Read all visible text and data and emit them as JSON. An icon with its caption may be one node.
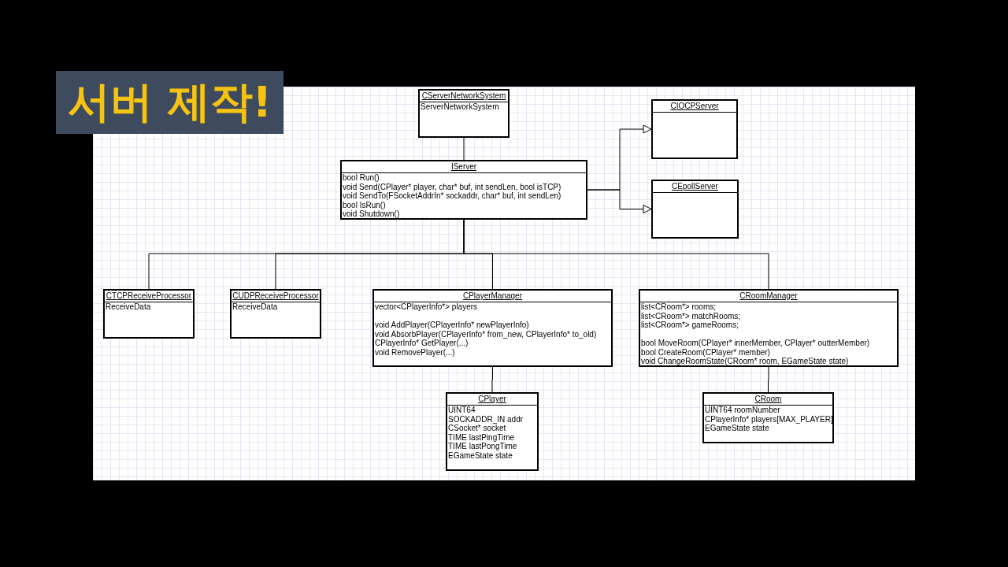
{
  "diagram": {
    "title": "서버 제작!",
    "nodes": [
      {
        "text": [
          "CServerNetworkSystem",
          "ServerNetworkSystem"
        ]
      },
      {
        "text": [
          "CIOCPServer"
        ]
      },
      {
        "text": [
          "IServer",
          "bool Run()",
          "void Send(CPlayer* player, char* buf, int sendLen, bool isTCP)",
          "void SendTo(FSocketAddrIn* sockaddr, char* buf, int sendLen)",
          "bool IsRun()",
          "void Shutdown()"
        ]
      },
      {
        "text": [
          "CEpollServer"
        ]
      },
      {
        "text": [
          "CTCPReceiveProcessor",
          "ReceiveData"
        ]
      },
      {
        "text": [
          "CUDPReceiveProcessor",
          "ReceiveData"
        ]
      },
      {
        "text": [
          "CPlayerManager",
          "vector<CPlayerInfo*> players",
          "void AddPlayer(CPlayerInfo* newPlayerInfo)",
          "void AbsorbPlayer(CPlayerInfo* from_new, CPlayerInfo* to_old)",
          "CPlayerInfo* GetPlayer(...)",
          "void RemovePlayer(...)"
        ]
      },
      {
        "text": [
          "CRoomManager",
          "list<CRoom*> rooms;",
          "list<CRoom*> matchRooms;",
          "list<CRoom*> gameRooms;",
          "bool MoveRoom(CPlayer* innerMember, CPlayer* outterMember)",
          "bool CreateRoom(CPlayer* member)",
          "void ChangeRoomState(CRoom* room, EGameState state)"
        ]
      },
      {
        "text": [
          "CPlayer",
          "UINT64",
          "SOCKADDR_IN addr",
          "CSocket* socket",
          "TIME lastPingTime",
          "TIME lastPongTime",
          "EGameState state"
        ]
      },
      {
        "text": [
          "CRoom",
          "UINT64 roomNumber",
          "CPlayerInfo* players[MAX_PLAYER]",
          "EGameState state"
        ]
      }
    ],
    "edges": [
      {
        "from": 0,
        "to": 2,
        "arrow": "none"
      },
      {
        "from": 2,
        "to": 1,
        "arrow": "to"
      },
      {
        "from": 2,
        "to": 3,
        "arrow": "to"
      },
      {
        "from": 2,
        "to": 4,
        "arrow": "none"
      },
      {
        "from": 2,
        "to": 5,
        "arrow": "none"
      },
      {
        "from": 2,
        "to": 6,
        "arrow": "none"
      },
      {
        "from": 2,
        "to": 7,
        "arrow": "none"
      },
      {
        "from": 6,
        "to": 8,
        "arrow": "none"
      },
      {
        "from": 7,
        "to": 9,
        "arrow": "none"
      }
    ]
  }
}
